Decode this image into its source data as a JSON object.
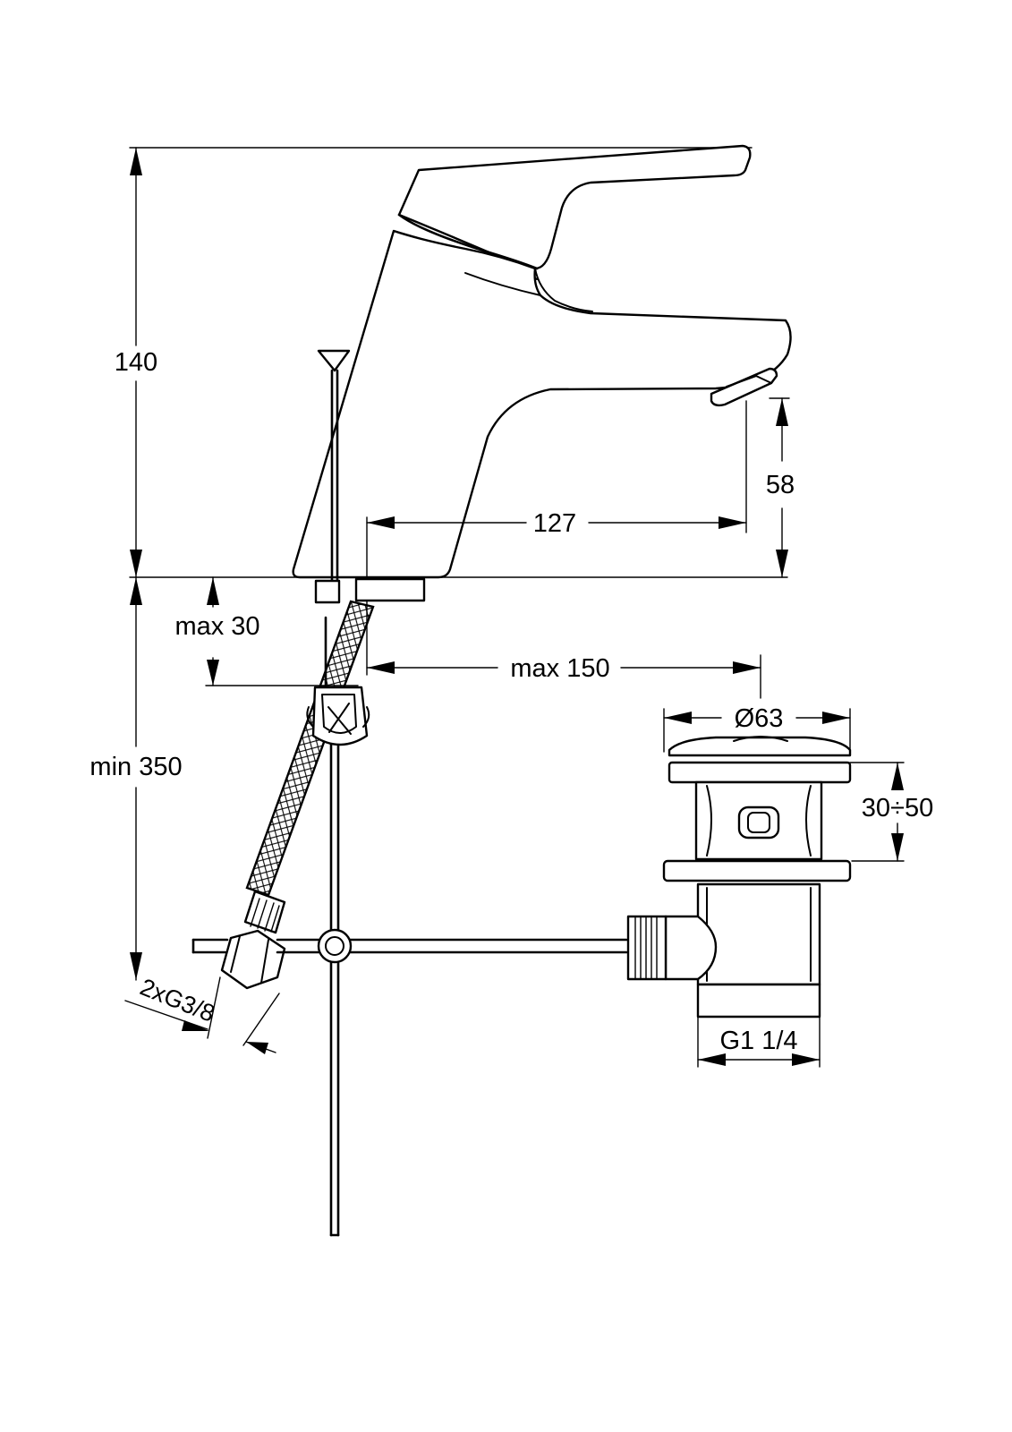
{
  "drawing": {
    "type": "technical-drawing",
    "dimensions": {
      "height_total": "140",
      "spout_height": "58",
      "spout_reach": "127",
      "max_deck": "max 30",
      "max_reach": "max 150",
      "min_hose": "min 350",
      "waste_diameter": "Ø63",
      "waste_height": "30÷50",
      "connection": "2xG3/8",
      "waste_thread": "G1 1/4"
    }
  }
}
